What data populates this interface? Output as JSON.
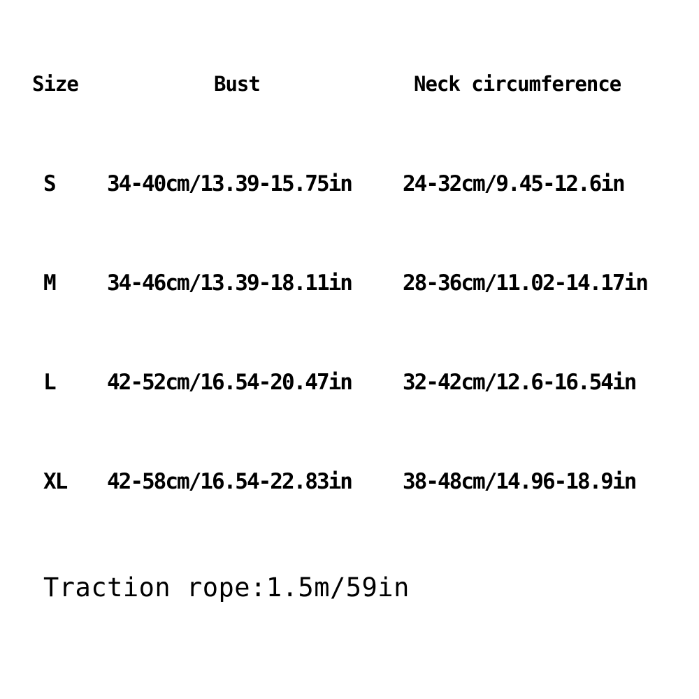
{
  "headers": {
    "size": "Size",
    "bust": "Bust",
    "neck": "Neck circumference"
  },
  "rows": [
    {
      "size": "S",
      "bust": "34-40cm/13.39-15.75in",
      "neck": "24-32cm/9.45-12.6in"
    },
    {
      "size": "M",
      "bust": "34-46cm/13.39-18.11in",
      "neck": "28-36cm/11.02-14.17in"
    },
    {
      "size": "L",
      "bust": "42-52cm/16.54-20.47in",
      "neck": "32-42cm/12.6-16.54in"
    },
    {
      "size": "XL",
      "bust": "42-58cm/16.54-22.83in",
      "neck": "38-48cm/14.96-18.9in"
    }
  ],
  "footer": "Traction rope:1.5m/59in"
}
